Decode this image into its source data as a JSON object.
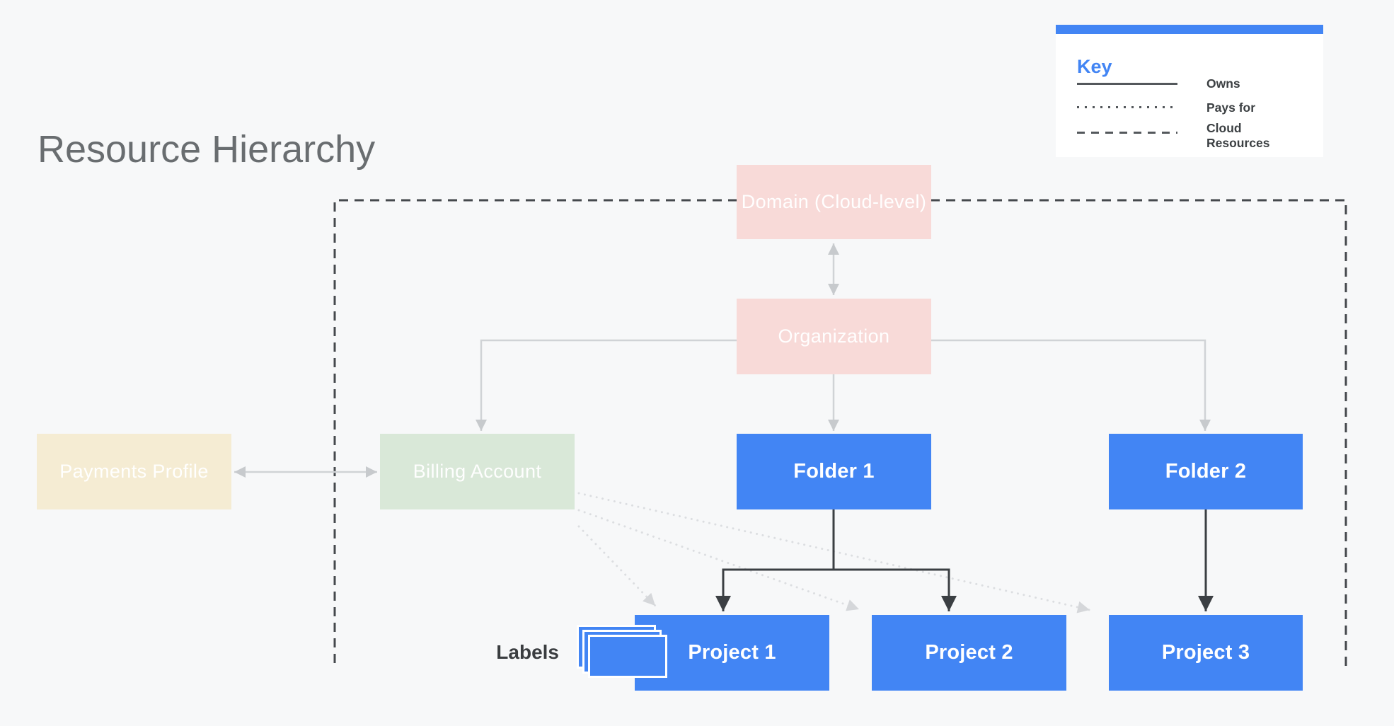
{
  "title": "Resource Hierarchy",
  "key": {
    "title": "Key",
    "entries": [
      {
        "style": "solid",
        "label": "Owns"
      },
      {
        "style": "dotted",
        "label": "Pays for"
      },
      {
        "style": "dashed",
        "label": "Cloud Resources"
      }
    ]
  },
  "nodes": {
    "domain": "Domain (Cloud-level)",
    "organization": "Organization",
    "payments_profile": "Payments Profile",
    "billing_account": "Billing Account",
    "folder1": "Folder 1",
    "folder2": "Folder 2",
    "project1": "Project 1",
    "project2": "Project 2",
    "project3": "Project 3"
  },
  "annotations": {
    "labels": "Labels"
  },
  "colors": {
    "background": "#f7f8f9",
    "node_blue": "#4285f4",
    "node_pink": "#f8dad8",
    "node_green": "#d9e8d8",
    "node_cream": "#f5ecd3",
    "key_accent_bar": "#4285f4",
    "title_gray": "#696d70",
    "connector_gray": "#d0d3d6",
    "connector_dark": "#3b3f43",
    "connector_dotted_light": "#dcdee1",
    "cloud_boundary_dash": "#45494d"
  }
}
